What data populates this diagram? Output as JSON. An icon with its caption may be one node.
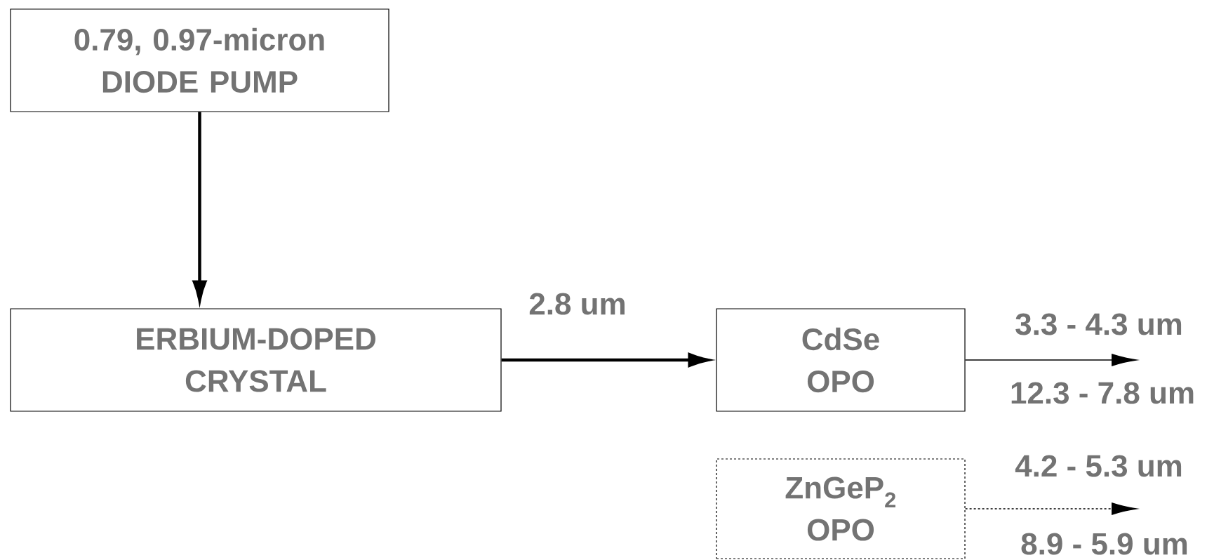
{
  "diagram": {
    "nodes": [
      {
        "text": [
          "0.79, 0.97-micron DIODE PUMP"
        ]
      },
      {
        "text": [
          "ERBIUM-DOPED CRYSTAL"
        ]
      },
      {
        "text": [
          "CdSe OPO"
        ]
      },
      {
        "text": [
          "ZnGeP$_{2}$ OPO"
        ]
      }
    ],
    "edges": [
      {
        "from": 0,
        "to": 1,
        "arrow": "to",
        "style": "thick"
      },
      {
        "from": 1,
        "to": 2,
        "arrow": "to",
        "style": "thick",
        "label": "2.8 um"
      },
      {
        "from": 2,
        "to": null,
        "arrow": "to"
      },
      {
        "from": 3,
        "to": null,
        "arrow": "to",
        "style": "dashed"
      }
    ],
    "labels": [
      "3.3 - 4.3 um",
      "12.3 - 7.8 um",
      "4.2 - 5.3 um",
      "8.9 - 5.9 um"
    ]
  }
}
